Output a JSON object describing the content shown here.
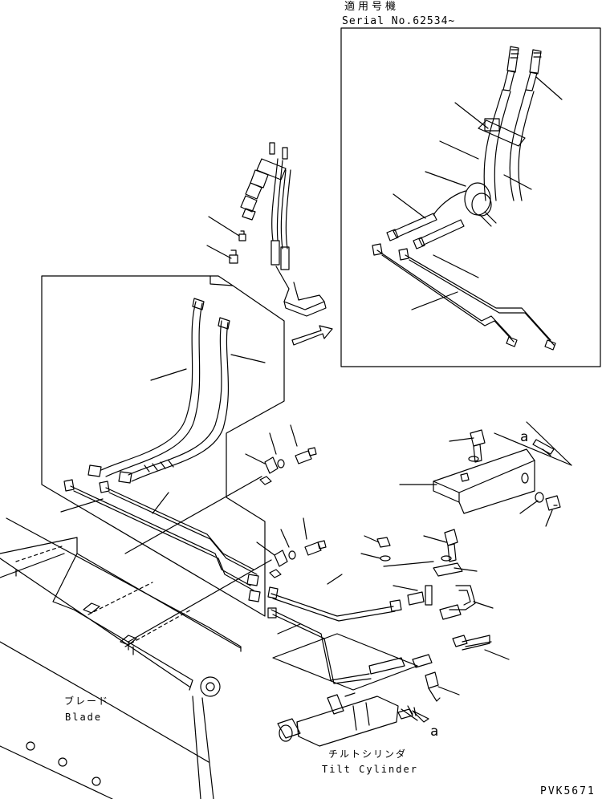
{
  "inset": {
    "serial_label_jp": "適用号機",
    "serial_label_en": "Serial No.62534~"
  },
  "labels": {
    "blade_jp": "ブレード",
    "blade_en": "Blade",
    "tilt_cylinder_jp": "チルトシリンダ",
    "tilt_cylinder_en": "Tilt Cylinder",
    "view_ref_top": "a",
    "view_ref_bottom": "a"
  },
  "drawing_number": "PVK5671"
}
